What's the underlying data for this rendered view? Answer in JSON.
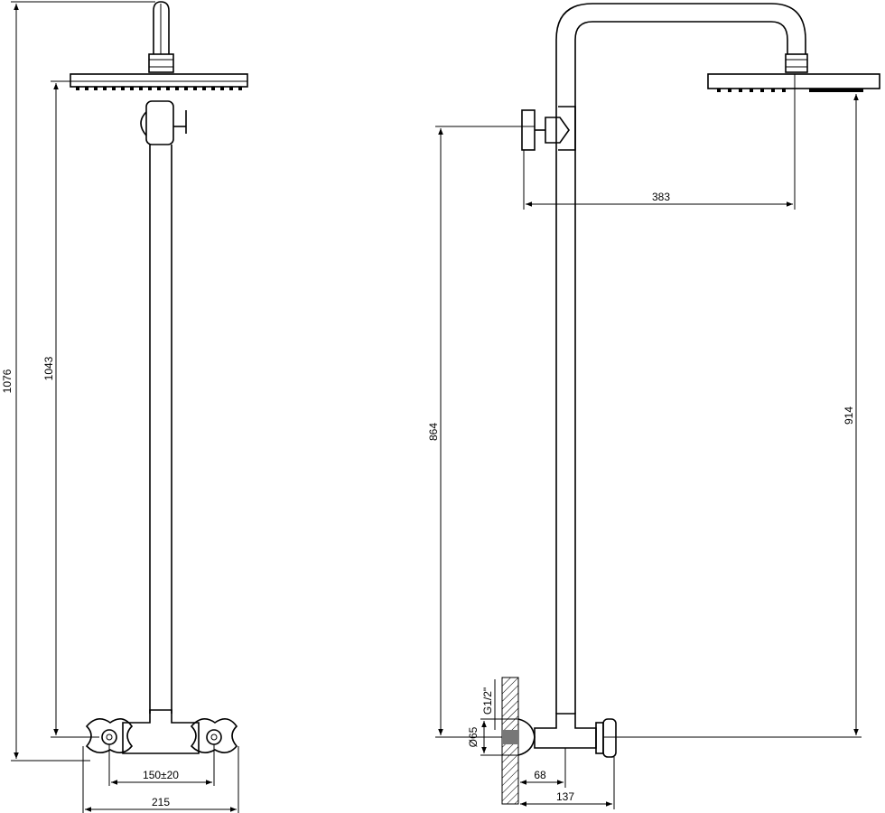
{
  "dimensions": {
    "overall_height": "1076",
    "rod_height": "1043",
    "arm_reach": "383",
    "mixer_to_arm_height": "864",
    "mixer_to_head_height": "914",
    "valve_spacing": "150±20",
    "mixer_width": "215",
    "wall_depth": "68",
    "total_depth": "137",
    "escutcheon_diameter": "Ø65",
    "thread_size": "G1/2\""
  },
  "colors": {
    "line": "#000000",
    "background": "#ffffff",
    "wall_fill": "#777777"
  }
}
